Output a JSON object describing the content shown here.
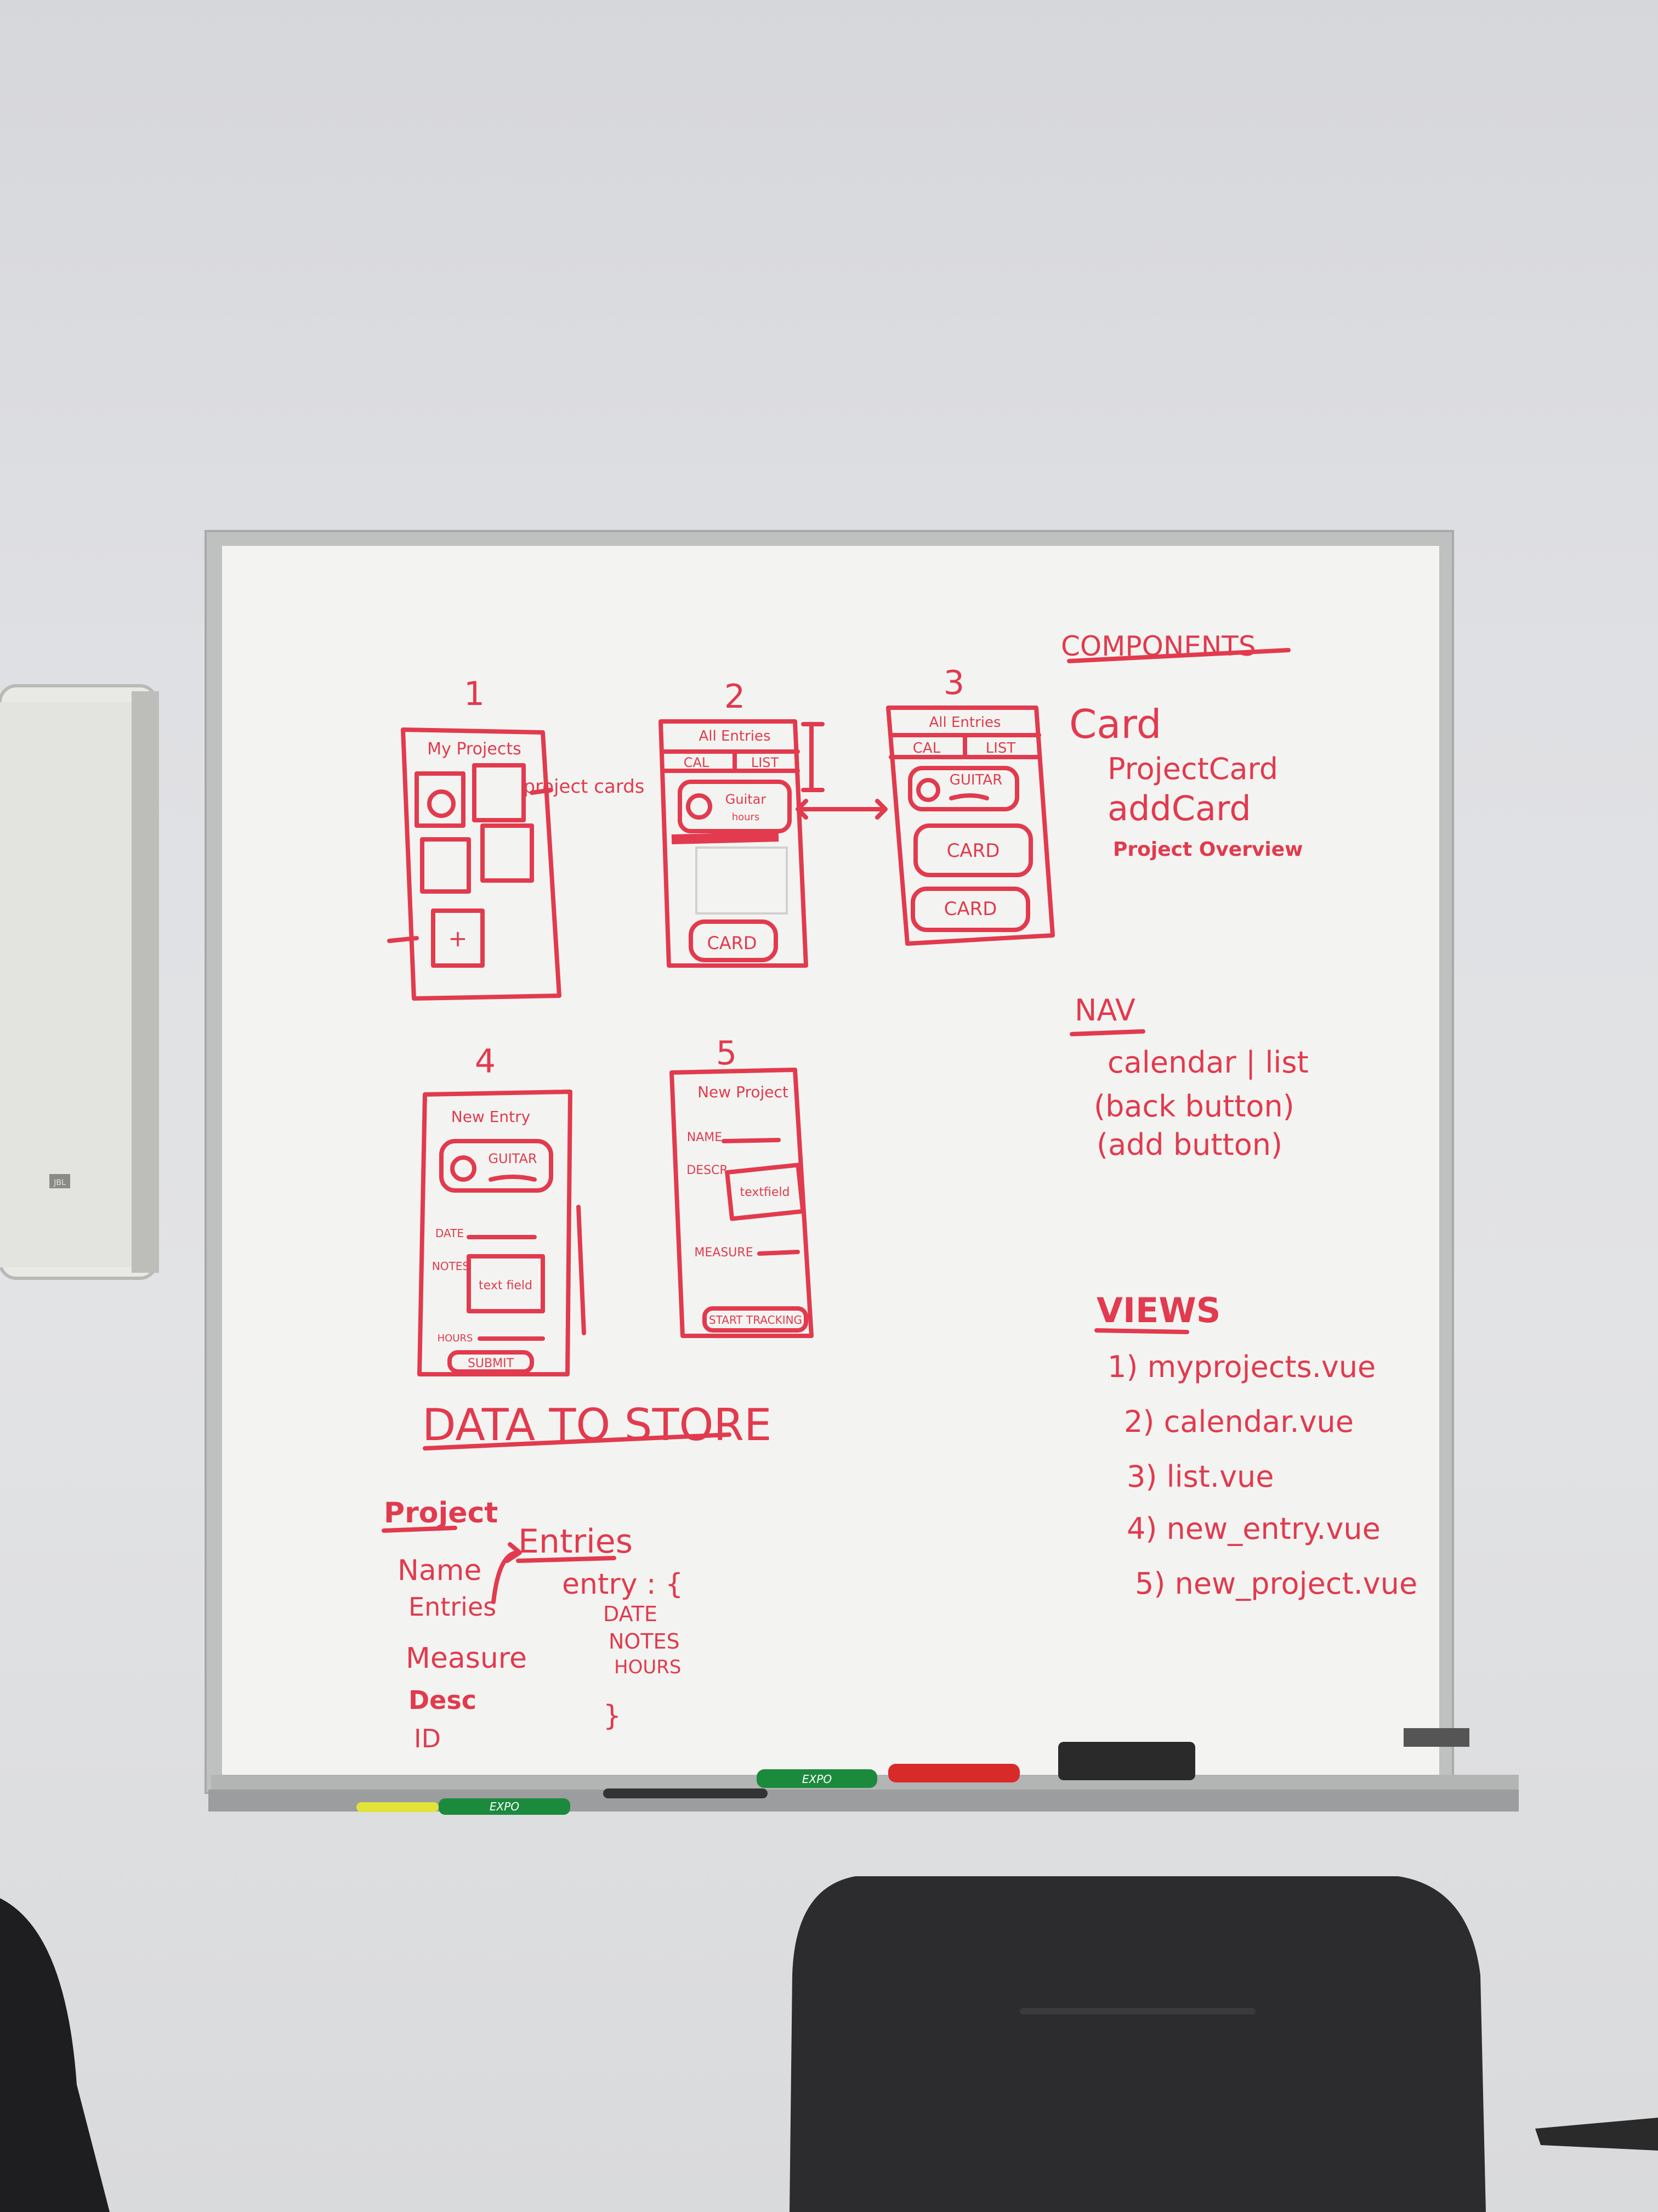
{
  "components": {
    "heading": "COMPONENTS",
    "items": [
      "Card",
      "ProjectCard",
      "addCard",
      "Project Overview"
    ]
  },
  "nav": {
    "heading": "NAV",
    "items": [
      "calendar | list",
      "(back button)",
      "(add button)"
    ]
  },
  "views": {
    "heading": "VIEWS",
    "items": [
      "1) myprojects.vue",
      "2) calendar.vue",
      "3) list.vue",
      "4) new_entry.vue",
      "5) new_project.vue"
    ]
  },
  "data_to_store": {
    "heading": "DATA TO STORE",
    "project_label": "Project",
    "project_fields": [
      "Name",
      "Entries",
      "Measure",
      "Desc",
      "ID"
    ],
    "entries_label": "Entries",
    "entry_open": "entry : {",
    "entry_fields": [
      "DATE",
      "NOTES",
      "HOURS"
    ],
    "entry_close": "}"
  },
  "sketches": {
    "s1": {
      "number": "1",
      "title": "My Projects",
      "annotation": "project cards",
      "plus": "+"
    },
    "s2": {
      "number": "2",
      "title": "All Entries",
      "tab_left": "CAL",
      "tab_right": "LIST",
      "card_title": "Guitar",
      "card_sub": "hours",
      "card": "CARD"
    },
    "s3": {
      "number": "3",
      "title": "All Entries",
      "tab_left": "CAL",
      "tab_right": "LIST",
      "card_title": "GUITAR",
      "card1": "CARD",
      "card2": "CARD"
    },
    "s4": {
      "number": "4",
      "title": "New Entry",
      "card_title": "GUITAR",
      "date": "DATE",
      "notes": "NOTES",
      "textfield": "text field",
      "hours": "HOURS",
      "submit": "SUBMIT"
    },
    "s5": {
      "number": "5",
      "title": "New Project",
      "name": "NAME",
      "desc": "DESCR",
      "textfield": "textfield",
      "measure": "MEASURE",
      "start": "START TRACKING"
    }
  },
  "speaker_logo": "JBL",
  "marker_brand": "EXPO"
}
